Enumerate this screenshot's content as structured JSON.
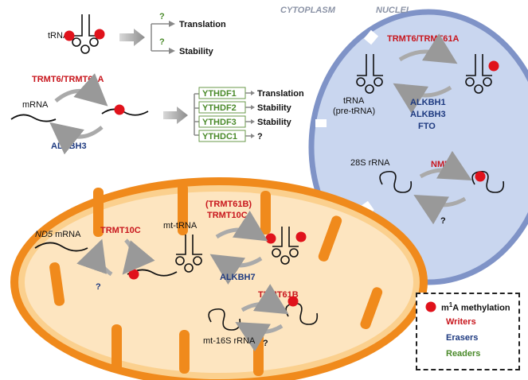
{
  "regions": {
    "cytoplasm": "CYTOPLASM",
    "nuclei": "NUCLEI"
  },
  "trna_top": {
    "label": "tRNA",
    "q1": "?",
    "q2": "?",
    "out1": "Translation",
    "out2": "Stability"
  },
  "mrna_cyto": {
    "label": "mRNA",
    "writer": "TRMT6/TRMT61A",
    "eraser": "ALKBH3",
    "readers": [
      {
        "name": "YTHDF1",
        "effect": "Translation"
      },
      {
        "name": "YTHDF2",
        "effect": "Stability"
      },
      {
        "name": "YTHDF3",
        "effect": "Stability"
      },
      {
        "name": "YTHDC1",
        "effect": "?"
      }
    ]
  },
  "nucleus_trna": {
    "writer": "TRMT6/TRMT61A",
    "label_line1": "tRNA",
    "label_line2": "(pre-tRNA)",
    "erasers": [
      "ALKBH1",
      "ALKBH3",
      "FTO"
    ]
  },
  "nucleus_rrna": {
    "label": "28S rRNA",
    "writer": "NML",
    "q": "?"
  },
  "mito_mrna": {
    "label_italic": "ND5",
    "label_rest": " mRNA",
    "writer": "TRMT10C",
    "q": "?"
  },
  "mito_trna": {
    "label": "mt-tRNA",
    "writer1": "(TRMT61B)",
    "writer2": "TRMT10C",
    "eraser": "ALKBH7"
  },
  "mito_rrna": {
    "label": "mt-16S rRNA",
    "writer": "TRMT61B",
    "q": "?"
  },
  "legend": {
    "m1a_prefix": "m",
    "m1a_sup": "1",
    "m1a_suffix": "A methylation",
    "writers": "Writers",
    "erasers": "Erasers",
    "readers": "Readers"
  },
  "colors": {
    "writer": "#c8161d",
    "eraser": "#1e3a80",
    "reader": "#4a8a2a",
    "nucleus_fill": "#c9d6ef",
    "nucleus_stroke": "#7f93c7",
    "mito_outer": "#f08a1c",
    "mito_inner": "#fde5c0"
  }
}
